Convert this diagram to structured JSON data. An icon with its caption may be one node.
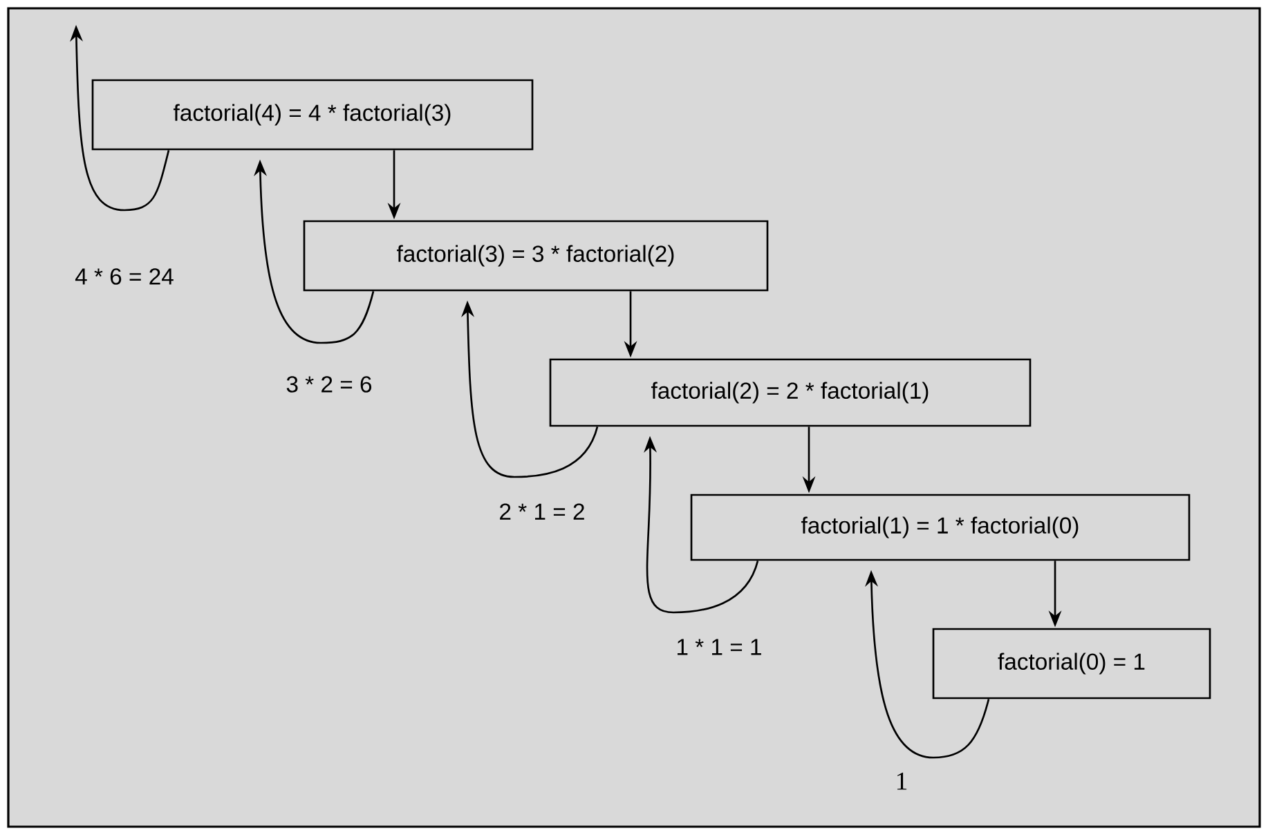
{
  "diagram": {
    "nodes": [
      {
        "text": [
          "factorial(4) = 4 * factorial(3)"
        ]
      },
      {
        "text": [
          "factorial(3) = 3 * factorial(2)"
        ]
      },
      {
        "text": [
          "factorial(2) = 2 * factorial(1)"
        ]
      },
      {
        "text": [
          "factorial(1) = 1 * factorial(0)"
        ]
      },
      {
        "text": [
          "factorial(0) = 1"
        ]
      }
    ],
    "edges": [
      {
        "from": 0,
        "to": 1,
        "arrow": "to"
      },
      {
        "from": 1,
        "to": 2,
        "arrow": "to"
      },
      {
        "from": 2,
        "to": 3,
        "arrow": "to"
      },
      {
        "from": 3,
        "to": 4,
        "arrow": "to"
      },
      {
        "from": 0,
        "to": null,
        "arrow": "to",
        "label": "4 * 6 = 24"
      },
      {
        "from": 1,
        "to": 0,
        "arrow": "to",
        "label": "3 * 2 = 6"
      },
      {
        "from": 2,
        "to": 1,
        "arrow": "to",
        "label": "2 * 1 = 2"
      },
      {
        "from": 3,
        "to": 2,
        "arrow": "to",
        "label": "1 * 1 = 1"
      },
      {
        "from": 4,
        "to": 3,
        "arrow": "to",
        "label": "1"
      }
    ]
  }
}
